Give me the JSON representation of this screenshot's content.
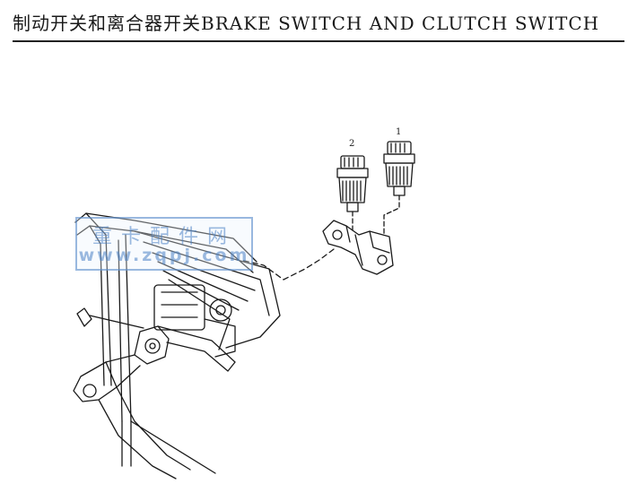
{
  "title": "制动开关和离合器开关BRAKE SWITCH AND CLUTCH SWITCH",
  "callouts": {
    "part1": "1",
    "part2": "2"
  },
  "watermark": {
    "line1": "重卡配件网",
    "line2": "www.zqpj.com"
  },
  "colors": {
    "ink": "#1a1a1a",
    "watermark": "#4a82c4"
  }
}
